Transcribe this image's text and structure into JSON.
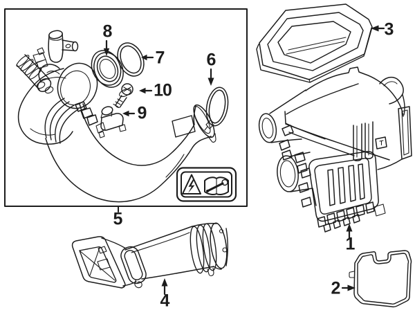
{
  "diagram": {
    "background_color": "#ffffff",
    "line_color": "#1c1c1c",
    "callouts": [
      {
        "label": "1"
      },
      {
        "label": "2"
      },
      {
        "label": "3"
      },
      {
        "label": "4"
      },
      {
        "label": "5"
      },
      {
        "label": "6"
      },
      {
        "label": "7"
      },
      {
        "label": "8"
      },
      {
        "label": "9"
      },
      {
        "label": "10"
      }
    ],
    "warning_label": {
      "icons": [
        "high-voltage-warning-icon",
        "service-manual-icon"
      ]
    }
  }
}
